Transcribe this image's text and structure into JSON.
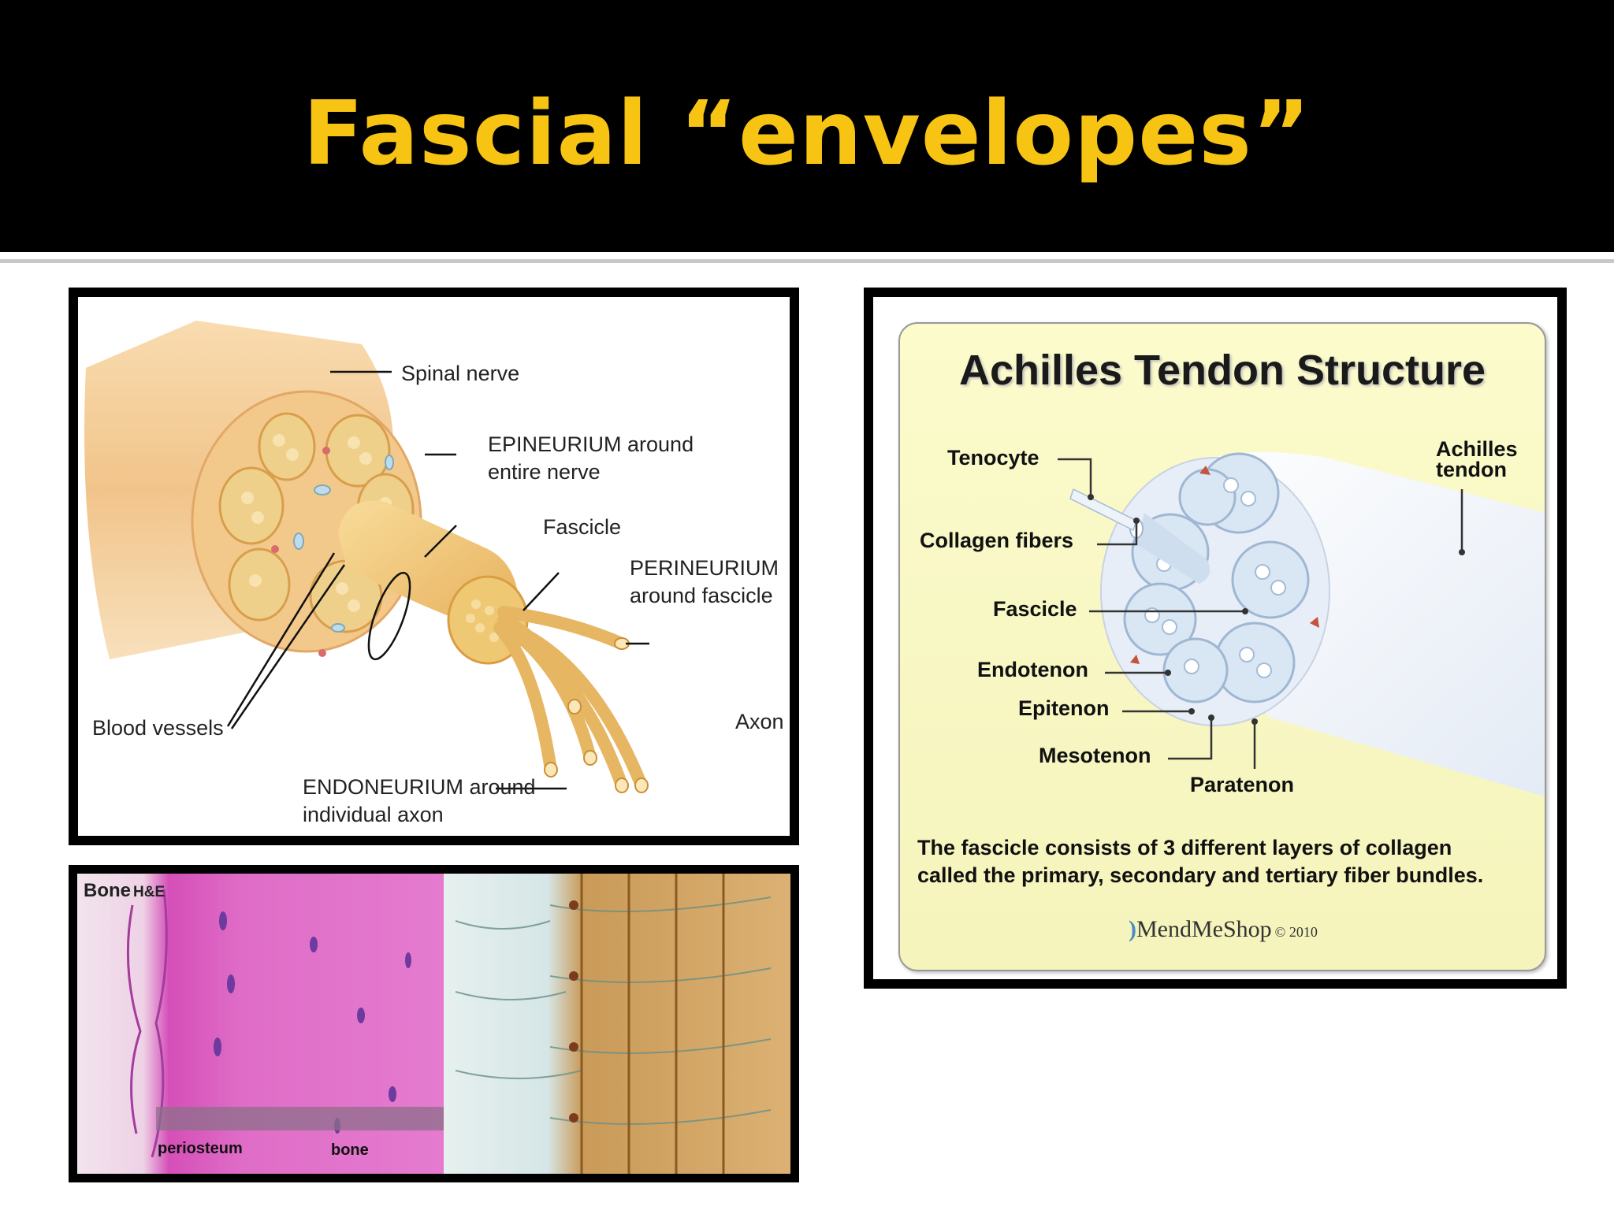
{
  "slide": {
    "title": "Fascial “envelopes”"
  },
  "nerve_diagram": {
    "labels": {
      "spinal_nerve": "Spinal nerve",
      "epineurium_line1": "EPINEURIUM around",
      "epineurium_line2": "entire nerve",
      "fascicle": "Fascicle",
      "perineurium_line1": "PERINEURIUM",
      "perineurium_line2": "around fascicle",
      "blood_vessels": "Blood vessels",
      "axon": "Axon",
      "endoneurium_line1": "ENDONEURIUM around",
      "endoneurium_line2": "individual axon"
    }
  },
  "histology": {
    "title": "Bone",
    "stain": "H&E",
    "labels": {
      "periosteum": "periosteum",
      "bone": "bone"
    }
  },
  "tendon_diagram": {
    "title": "Achilles Tendon Structure",
    "labels": {
      "tenocyte": "Tenocyte",
      "collagen_fibers": "Collagen fibers",
      "fascicle": "Fascicle",
      "endotenon": "Endotenon",
      "epitenon": "Epitenon",
      "mesotenon": "Mesotenon",
      "paratenon": "Paratenon",
      "achilles_line1": "Achilles",
      "achilles_line2": "tendon"
    },
    "caption_line1": "The fascicle consists of 3 different layers of collagen",
    "caption_line2": "called the primary, secondary and tertiary fiber bundles.",
    "brand": "MendMeShop",
    "copyright": "© 2010"
  }
}
